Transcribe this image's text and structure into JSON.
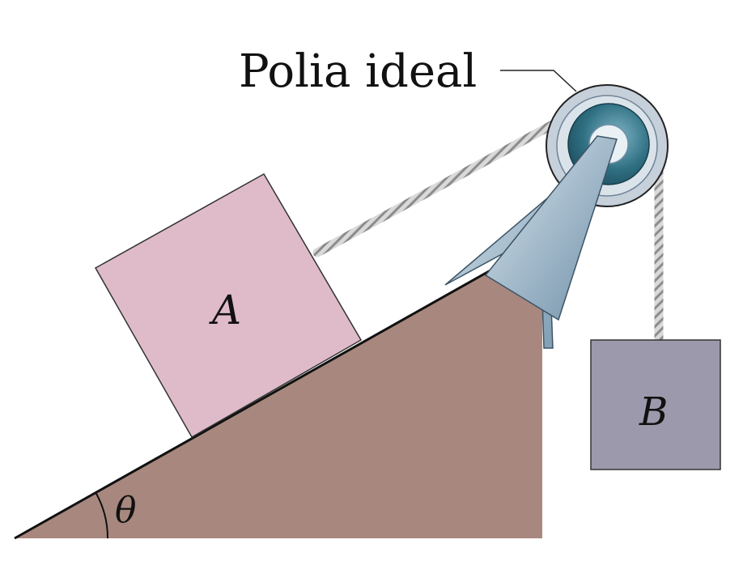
{
  "labels": {
    "pulley": "Polia ideal",
    "block_a": "A",
    "block_b": "B",
    "angle": "θ"
  },
  "colors": {
    "incline": "#a8887e",
    "block_a": "#dfbbc9",
    "block_b": "#9d99ac",
    "pulley_rim": "#c3ccd6",
    "pulley_inner": "#2f6f82",
    "bracket": "#a9bfd0",
    "rope": "#b8b8b8"
  }
}
